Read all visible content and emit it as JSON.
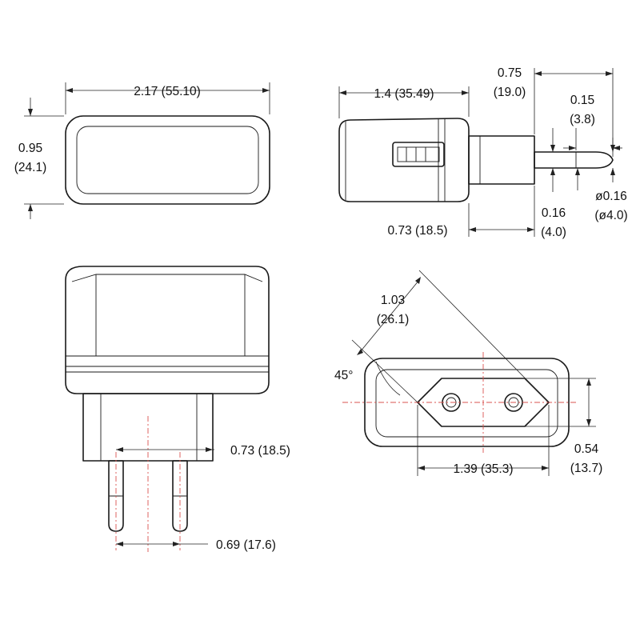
{
  "top_view": {
    "width": "2.17 (55.10)",
    "height_in": "0.95",
    "height_mm": "(24.1)"
  },
  "side_view": {
    "body_length": "1.4 (35.49)",
    "overall_in": "0.75",
    "overall_mm": "(19.0)",
    "tip_in": "0.15",
    "tip_mm": "(3.8)",
    "pin_base_in": "0.16",
    "pin_base_mm": "(4.0)",
    "pin_diameter_in": "ø0.16",
    "pin_diameter_mm": "(ø4.0)",
    "pin_length": "0.73 (18.5)"
  },
  "front_view": {
    "pin_length": "0.73 (18.5)",
    "pin_spacing": "0.69 (17.6)"
  },
  "plug_face": {
    "diagonal_in": "1.03",
    "diagonal_mm": "(26.1)",
    "angle": "45°",
    "width": "1.39 (35.3)",
    "height_in": "0.54",
    "height_mm": "(13.7)"
  }
}
